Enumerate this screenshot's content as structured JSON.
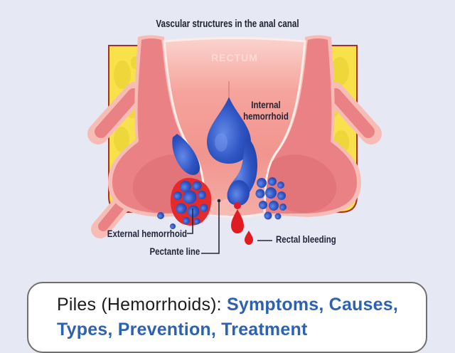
{
  "title": "Vascular structures in the anal canal",
  "diagram": {
    "rectum_label": "RECTUM",
    "internal_hemorrhoid_label": "Internal hemorrhoid",
    "external_hemorrhoid_label": "External hemorrhoid",
    "pectante_line_label": "Pectante line",
    "rectal_bleeding_label": "Rectal bleeding",
    "colors": {
      "background": "#e6e9f4",
      "fat_yellow": "#f8e14b",
      "fat_blob_yellow": "#eed73b",
      "fat_border_red": "#aa2f28",
      "tissue_salmon": "#ea8285",
      "tissue_rim_pink": "#f8bcb6",
      "canal_light_pink": "#f9c8c2",
      "mucosa_lining": "#fdece9",
      "hemorrhoid_blue": "#2e55c4",
      "cluster_red": "#e42a2b",
      "blood_red": "#e01b22",
      "label_dark": "#23243a"
    }
  },
  "caption": {
    "prefix": "Piles (Hemorrhoids): ",
    "highlight": "Symptoms, Causes, Types, Prevention, Treatment",
    "highlight_color": "#2e62b0"
  }
}
